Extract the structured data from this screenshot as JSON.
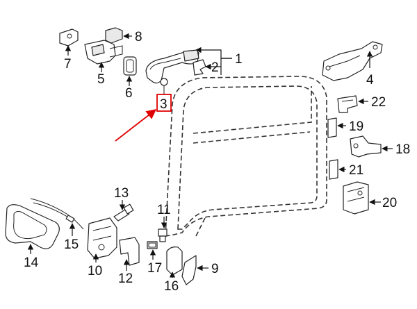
{
  "diagram": {
    "highlight_color": "#e00000",
    "callouts": [
      {
        "id": "1",
        "label": "1"
      },
      {
        "id": "2",
        "label": "2"
      },
      {
        "id": "3",
        "label": "3",
        "highlighted": true
      },
      {
        "id": "4",
        "label": "4"
      },
      {
        "id": "5",
        "label": "5"
      },
      {
        "id": "6",
        "label": "6"
      },
      {
        "id": "7",
        "label": "7"
      },
      {
        "id": "8",
        "label": "8"
      },
      {
        "id": "9",
        "label": "9"
      },
      {
        "id": "10",
        "label": "10"
      },
      {
        "id": "11",
        "label": "11"
      },
      {
        "id": "12",
        "label": "12"
      },
      {
        "id": "13",
        "label": "13"
      },
      {
        "id": "14",
        "label": "14"
      },
      {
        "id": "15",
        "label": "15"
      },
      {
        "id": "16",
        "label": "16"
      },
      {
        "id": "17",
        "label": "17"
      },
      {
        "id": "18",
        "label": "18"
      },
      {
        "id": "19",
        "label": "19"
      },
      {
        "id": "20",
        "label": "20"
      },
      {
        "id": "21",
        "label": "21"
      },
      {
        "id": "22",
        "label": "22"
      }
    ]
  }
}
